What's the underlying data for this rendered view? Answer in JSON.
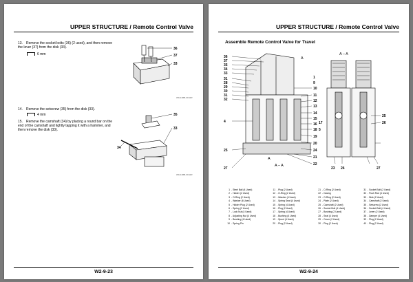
{
  "left_page": {
    "header": "UPPER STRUCTURE / Remote Control Valve",
    "steps": [
      {
        "num": "13.",
        "text": "Remove the socket bolts (36) (2 used), and then remove the lever (37) from the disk (33)."
      },
      {
        "num": "14.",
        "text": "Remove the setscrew (35) from the disk (33)."
      },
      {
        "num": "15.",
        "text": "Remove the camshaft (34) by placing a round bar on the end of the camshaft and lightly tapping it with a hammer, and then remove the disk (33)."
      }
    ],
    "tools": [
      "6 mm",
      "4 mm"
    ],
    "figure1": {
      "callouts": [
        "36",
        "37",
        "33"
      ],
      "code": "W9-2JMB-00-WR"
    },
    "figure2": {
      "callouts": [
        "35",
        "33",
        "34"
      ],
      "code": "W9-2JMB-00-WR"
    },
    "footer": "W2-9-23"
  },
  "right_page": {
    "header": "UPPER STRUCTURE / Remote Control Valve",
    "subtitle": "Assemble Remote Control Valve for Travel",
    "diagram": {
      "section_labels": [
        "A",
        "A",
        "A – A",
        "A – A"
      ],
      "left_callouts": [
        "36",
        "37",
        "35",
        "34",
        "33",
        "31",
        "28",
        "29",
        "30",
        "31",
        "32",
        "4",
        "25",
        "27"
      ],
      "center_callouts": [
        "10",
        "11",
        "12",
        "13",
        "14",
        "15",
        "16",
        "18",
        "19",
        "20",
        "24",
        "17",
        "5",
        "9",
        "21",
        "22",
        "1"
      ],
      "right_callouts": [
        "23",
        "24",
        "25",
        "26",
        "27"
      ]
    },
    "parts": [
      {
        "num": "1",
        "name": "Steel Ball (4 Used)"
      },
      {
        "num": "2",
        "name": "Holder (2 Used)"
      },
      {
        "num": "3",
        "name": "O-Ring (2 Used)"
      },
      {
        "num": "4",
        "name": "Washer (6 Used)"
      },
      {
        "num": "5",
        "name": "Holder Plug (2 Used)"
      },
      {
        "num": "6",
        "name": "Spring (2 Used)"
      },
      {
        "num": "7",
        "name": "Lock Nut (4 Used)"
      },
      {
        "num": "8",
        "name": "Adjusting Nut (4 Used)"
      },
      {
        "num": "9",
        "name": "Bushing (4 Used)"
      },
      {
        "num": "10",
        "name": "Spring Pin"
      },
      {
        "num": "11",
        "name": "Plug (2 Used)"
      },
      {
        "num": "12",
        "name": "O-Ring (2 Used)"
      },
      {
        "num": "13",
        "name": "Washer (4 Used)"
      },
      {
        "num": "14",
        "name": "Spring Seat (4 Used)"
      },
      {
        "num": "15",
        "name": "Spring (4 Used)"
      },
      {
        "num": "16",
        "name": "Plug (2 Used)"
      },
      {
        "num": "17",
        "name": "Spring (4 Used)"
      },
      {
        "num": "18",
        "name": "Bushing (4 Used)"
      },
      {
        "num": "19",
        "name": "Spool (4 Used)"
      },
      {
        "num": "20",
        "name": "Plug (2 Used)"
      },
      {
        "num": "21",
        "name": "O-Ring (2 Used)"
      },
      {
        "num": "22",
        "name": "Casing"
      },
      {
        "num": "23",
        "name": "O-Ring (2 Used)"
      },
      {
        "num": "24",
        "name": "Plate (2 Used)"
      },
      {
        "num": "25",
        "name": "Camshaft (2 Used)"
      },
      {
        "num": "26",
        "name": "Socket Bolt (4 Used)"
      },
      {
        "num": "27",
        "name": "Bushing (2 Used)"
      },
      {
        "num": "28",
        "name": "Seal (4 Used)"
      },
      {
        "num": "29",
        "name": "Cover (2 Used)"
      },
      {
        "num": "30",
        "name": "Plug (2 Used)"
      },
      {
        "num": "31",
        "name": "Socket Bolt (2 Used)"
      },
      {
        "num": "32",
        "name": "Push Rod (4 Used)"
      },
      {
        "num": "33",
        "name": "Disk (2 Used)"
      },
      {
        "num": "34",
        "name": "Camshaft (2 Used)"
      },
      {
        "num": "35",
        "name": "Setscrew (2 Used)"
      },
      {
        "num": "36",
        "name": "Socket Bolt (4 Used)"
      },
      {
        "num": "37",
        "name": "Lever (2 Used)"
      },
      {
        "num": "38",
        "name": "Damper (4 Used)"
      },
      {
        "num": "39",
        "name": "Plug (2 Used)"
      },
      {
        "num": "40",
        "name": "Plug (2 Used)"
      }
    ],
    "footer": "W2-9-24"
  }
}
